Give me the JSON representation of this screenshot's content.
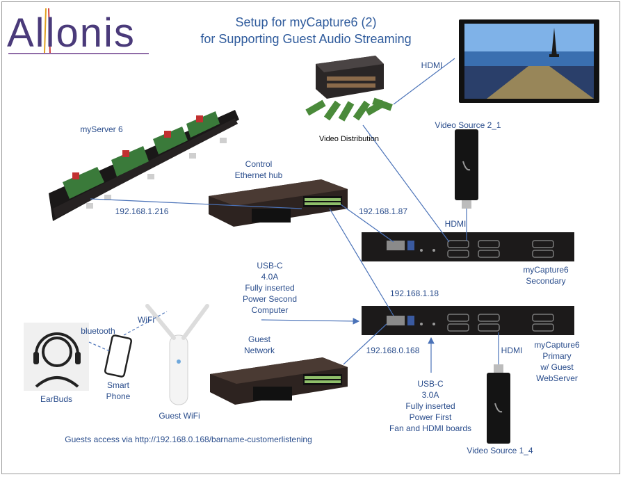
{
  "logo": {
    "text": "Allonis"
  },
  "title": {
    "line1": "Setup for myCapture6 (2)",
    "line2": "for Supporting Guest Audio Streaming"
  },
  "labels": {
    "my_server": "myServer 6",
    "control_hub": "Control\nEthernet hub",
    "video_distribution": "Video Distribution",
    "hdmi_top": "HDMI",
    "video_source_2": "Video Source 2_1",
    "hdmi_mid": "HDMI",
    "ip_server": "192.168.1.216",
    "ip_secondary": "192.168.1.87",
    "ip_primary": "192.168.1.18",
    "ip_guest": "192.168.0.168",
    "usb_c_second": "USB-C\n4.0A\nFully inserted\nPower Second\nComputer",
    "capture_secondary": "myCapture6\nSecondary",
    "capture_primary": "myCapture6\nPrimary\nw/ Guest\nWebServer",
    "hdmi_bottom": "HDMI",
    "guest_network": "Guest\nNetwork",
    "bluetooth": "bluetooth",
    "wifi": "WiFi",
    "smart_phone": "Smart\nPhone",
    "earbuds": "EarBuds",
    "guest_wifi": "Guest WiFi",
    "usb_c_first": "USB-C\n3.0A\nFully inserted\nPower First\nFan and HDMI boards",
    "video_source_1": "Video Source 1_4",
    "guest_access": "Guests access via http://192.168.0.168/barname-customerlistening"
  },
  "colors": {
    "line": "#4a72b8",
    "label": "#2a4d8c",
    "device_dark": "#3a2e28",
    "device_panel": "#1c1a1a",
    "logo": "#4a3a7a"
  }
}
